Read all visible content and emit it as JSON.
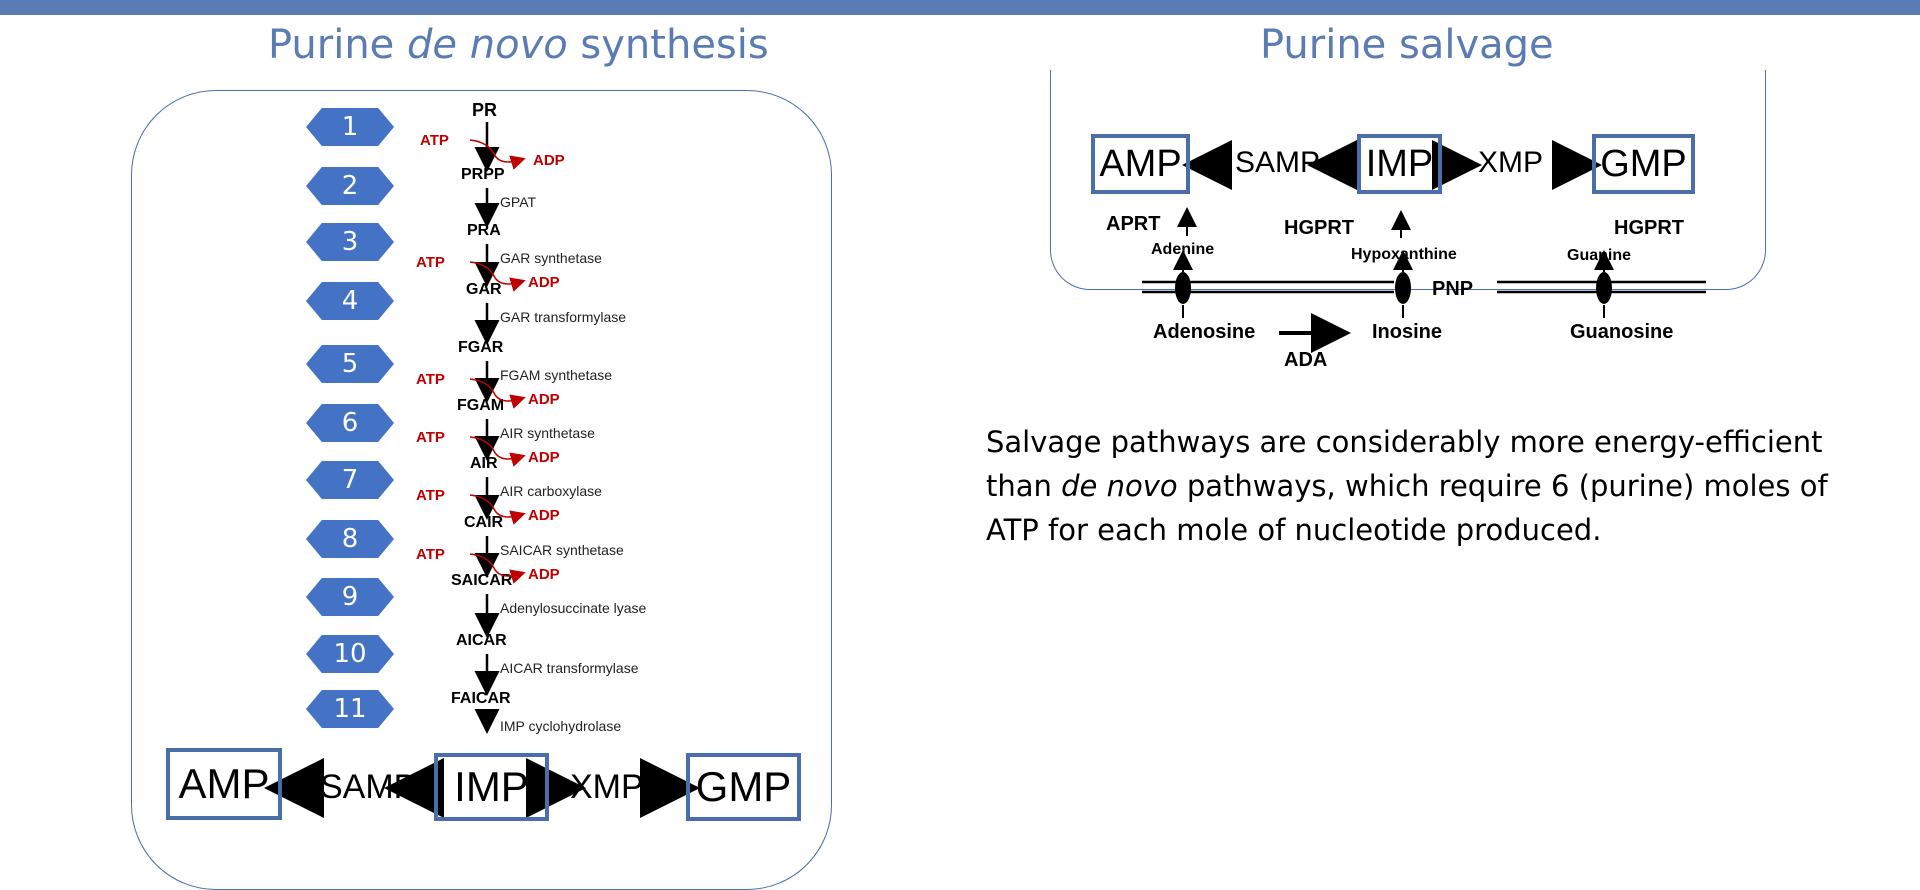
{
  "colors": {
    "accent": "#5b7bb4",
    "hex_fill": "#4472c4",
    "box_border": "#4a6fa8",
    "red": "#c00000"
  },
  "left": {
    "title_pre": "Purine ",
    "title_em": "de novo",
    "title_post": " synthesis",
    "steps": [
      "1",
      "2",
      "3",
      "4",
      "5",
      "6",
      "7",
      "8",
      "9",
      "10",
      "11"
    ],
    "metabolites": [
      "PR",
      "PRPP",
      "PRA",
      "GAR",
      "FGAR",
      "FGAM",
      "AIR",
      "CAIR",
      "SAICAR",
      "AICAR",
      "FAICAR"
    ],
    "enzymes": [
      "GPAT",
      "GAR synthetase",
      "GAR transformylase",
      "FGAM synthetase",
      "AIR synthetase",
      "AIR carboxylase",
      "SAICAR synthetase",
      "Adenylosuccinate lyase",
      "AICAR transformylase",
      "IMP cyclohydrolase"
    ],
    "atp_label": "ATP",
    "adp_label": "ADP",
    "bottom": {
      "amp": "AMP",
      "samp": "SAMP",
      "imp": "IMP",
      "xmp": "XMP",
      "gmp": "GMP"
    }
  },
  "right": {
    "title": "Purine salvage",
    "amp": "AMP",
    "samp": "SAMP",
    "imp": "IMP",
    "xmp": "XMP",
    "gmp": "GMP",
    "aprt": "APRT",
    "hgprt1": "HGPRT",
    "hgprt2": "HGPRT",
    "adenine": "Adenine",
    "hypoxanthine": "Hypoxanthine",
    "guanine": "Guanine",
    "pnp": "PNP",
    "adenosine": "Adenosine",
    "inosine": "Inosine",
    "guanosine": "Guanosine",
    "ada": "ADA",
    "text_1": "Salvage pathways are considerably more energy-efficient than ",
    "text_em": "de novo",
    "text_2": " pathways, which require 6 (purine) moles of ATP for each mole of nucleotide produced."
  }
}
